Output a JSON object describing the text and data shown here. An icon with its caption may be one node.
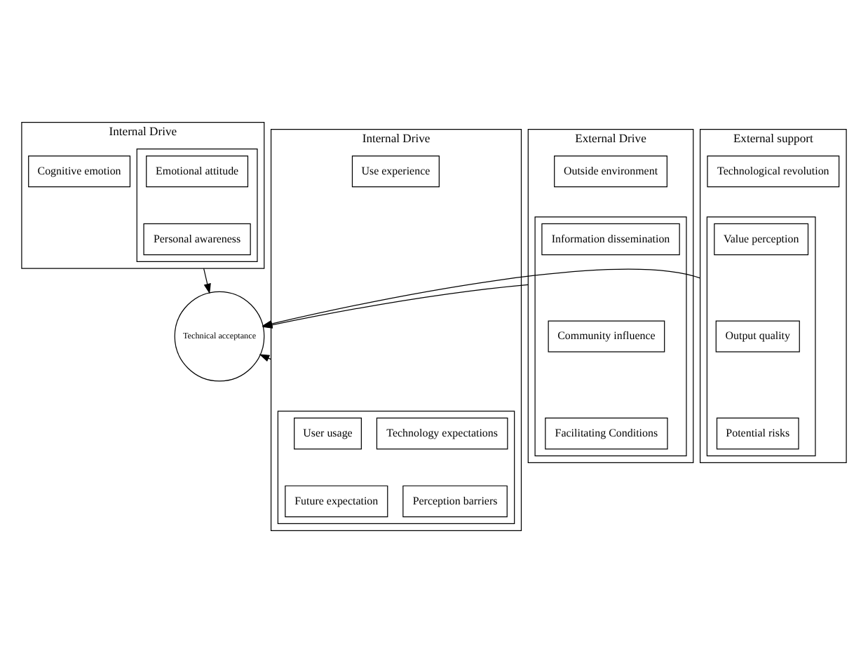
{
  "diagram": {
    "nodes": [
      {
        "text": [
          "Internal Drive"
        ]
      },
      {
        "text": [
          "Cognitive emotion"
        ],
        "in": 0
      },
      {
        "text": [],
        "shape": "box",
        "in": 0
      },
      {
        "text": [
          "Emotional attitude"
        ],
        "in": 2
      },
      {
        "text": [
          "Personal awareness"
        ],
        "in": 2
      },
      {
        "text": [
          "External Drive"
        ]
      },
      {
        "text": [
          "Outside environment"
        ],
        "in": 5
      },
      {
        "text": [],
        "shape": "box",
        "in": 5
      },
      {
        "text": [
          "Information dissemination"
        ],
        "in": 7
      },
      {
        "text": [
          "Community influence"
        ],
        "in": 7
      },
      {
        "text": [
          "Facilitating Conditions"
        ],
        "in": 7
      },
      {
        "text": [
          "Technical acceptance"
        ]
      },
      {
        "text": [
          "External support"
        ]
      },
      {
        "text": [
          "Technological revolution"
        ],
        "in": 12
      },
      {
        "text": [],
        "shape": "box",
        "in": 12
      },
      {
        "text": [
          "Value perception"
        ],
        "in": 14
      },
      {
        "text": [
          "Output quality"
        ],
        "in": 14
      },
      {
        "text": [
          "Potential risks"
        ],
        "in": 14
      },
      {
        "text": [
          "Internal Drive"
        ]
      },
      {
        "text": [
          "Use experience"
        ],
        "in": 18
      },
      {
        "text": [],
        "shape": "box",
        "in": 18
      },
      {
        "text": [
          "Technology expectations"
        ],
        "in": 20
      },
      {
        "text": [
          "User usage"
        ],
        "in": 20
      },
      {
        "text": [
          "Perception barriers"
        ],
        "in": 20
      },
      {
        "text": [
          "Future expectation"
        ],
        "in": 20
      }
    ],
    "edges": [
      {
        "from": 0,
        "to": 11,
        "arrow": "to"
      },
      {
        "from": 5,
        "to": 11,
        "arrow": "to"
      },
      {
        "from": 12,
        "to": 11,
        "arrow": "to"
      },
      {
        "from": 18,
        "to": 11,
        "arrow": "to"
      }
    ]
  }
}
